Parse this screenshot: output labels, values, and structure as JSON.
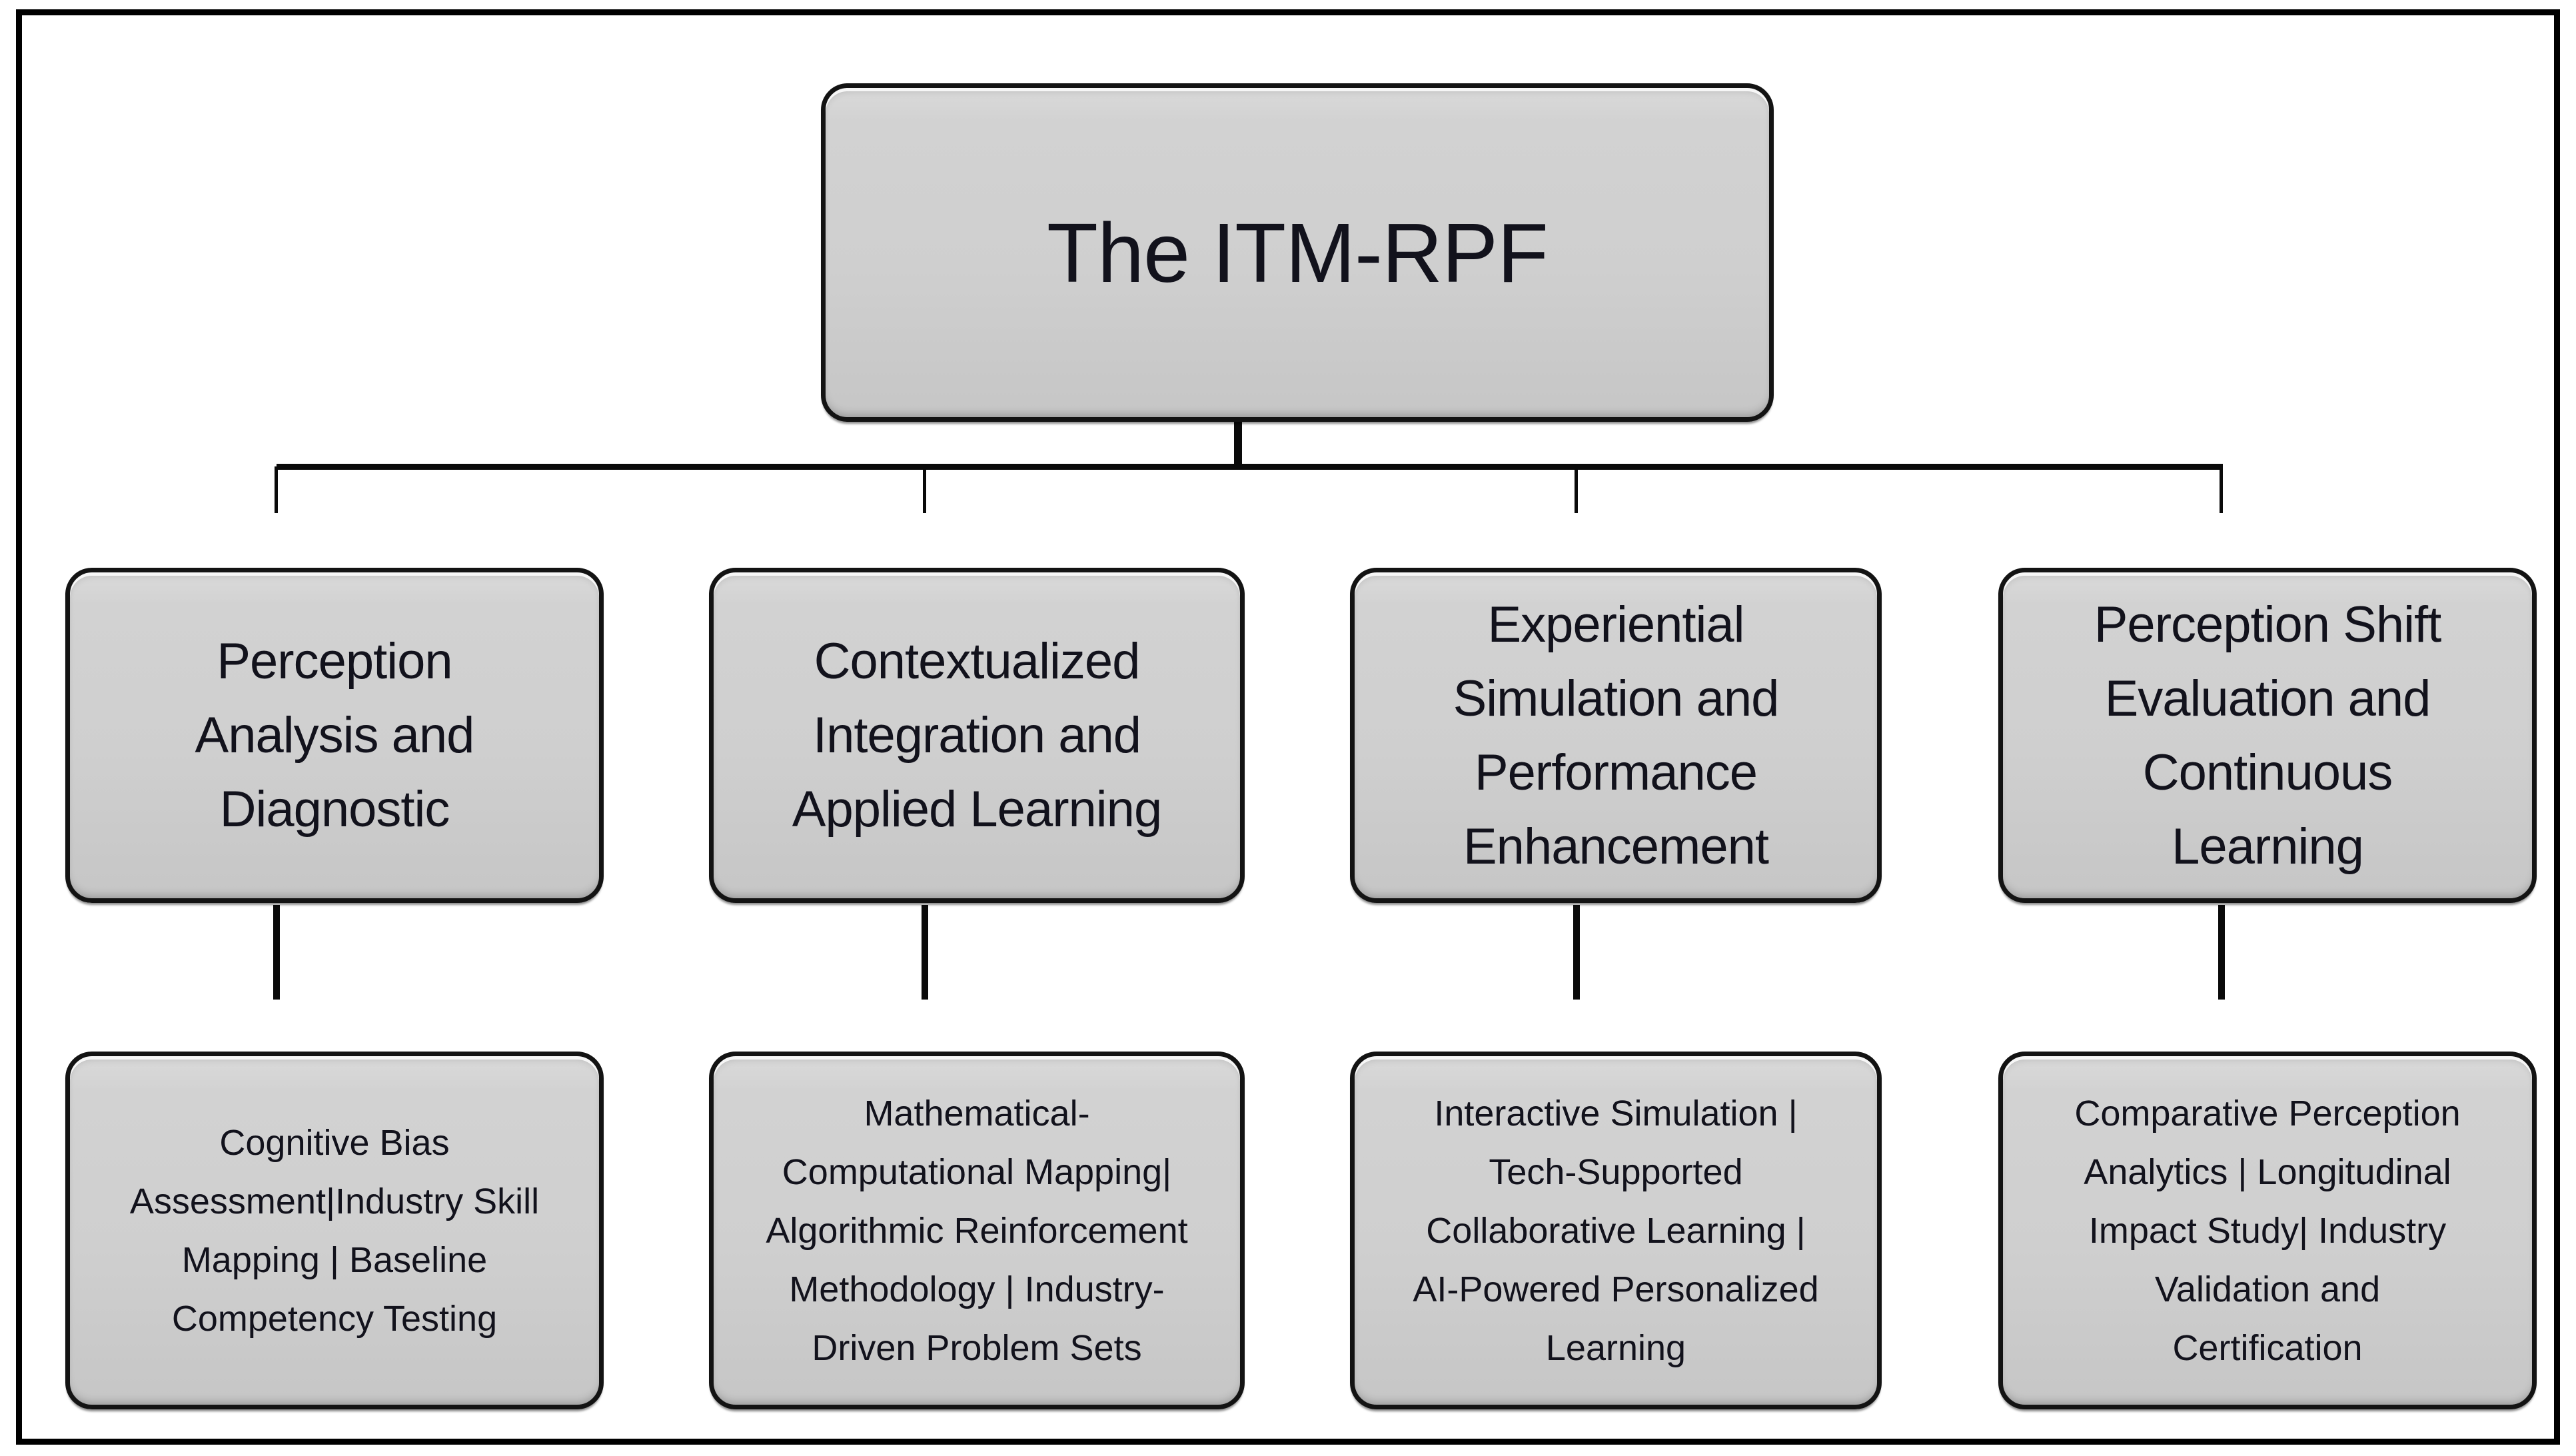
{
  "figure": {
    "root": {
      "label": "The ITM-RPF"
    },
    "columns": [
      {
        "heading_lines": [
          "Perception",
          "Analysis and",
          "Diagnostic"
        ],
        "detail_lines": [
          "Cognitive Bias",
          "Assessment|Industry Skill",
          "Mapping | Baseline",
          "Competency Testing"
        ]
      },
      {
        "heading_lines": [
          "Contextualized",
          "Integration and",
          "Applied Learning"
        ],
        "detail_lines": [
          "Mathematical-",
          "Computational Mapping|",
          "Algorithmic Reinforcement",
          "Methodology | Industry-",
          "Driven Problem Sets"
        ]
      },
      {
        "heading_lines": [
          "Experiential",
          "Simulation and",
          "Performance",
          "Enhancement"
        ],
        "detail_lines": [
          "Interactive Simulation |",
          "Tech-Supported",
          "Collaborative Learning |",
          "AI-Powered Personalized",
          "Learning"
        ]
      },
      {
        "heading_lines": [
          "Perception Shift",
          "Evaluation and",
          "Continuous",
          "Learning"
        ],
        "detail_lines": [
          "Comparative Perception",
          "Analytics | Longitudinal",
          "Impact Study| Industry",
          "Validation and",
          "Certification"
        ]
      }
    ],
    "colors": {
      "background": "#ffffff",
      "frame_border": "#000000",
      "box_fill": "#d0d0d0",
      "box_border": "#131313",
      "connector_line": "#0a0a0a",
      "text": "#12121c"
    }
  }
}
